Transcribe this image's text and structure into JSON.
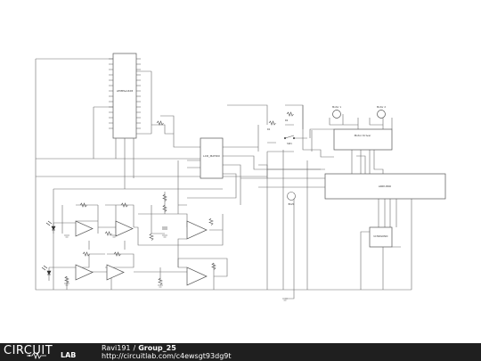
{
  "schematic": {
    "components": {
      "mcu_top": "ATMEGA328",
      "lcd": "LCD_MATRIX",
      "motor_driver": "Motor Driver",
      "arduino": "ARDUINO",
      "ultrasonic": "ULTRASONIC",
      "motor1": "Motor 1",
      "motor2": "Motor 2",
      "switch": "SW1",
      "buzzer": "BUZ1",
      "res1": "R1",
      "res2": "R2"
    }
  },
  "footer": {
    "brand_circuit": "CIRCUIT",
    "brand_lab": "LAB",
    "author": "Ravi191",
    "separator": "/",
    "project": "Group_25",
    "url": "http://circuitlab.com/c4ewsgt93dg9t"
  }
}
